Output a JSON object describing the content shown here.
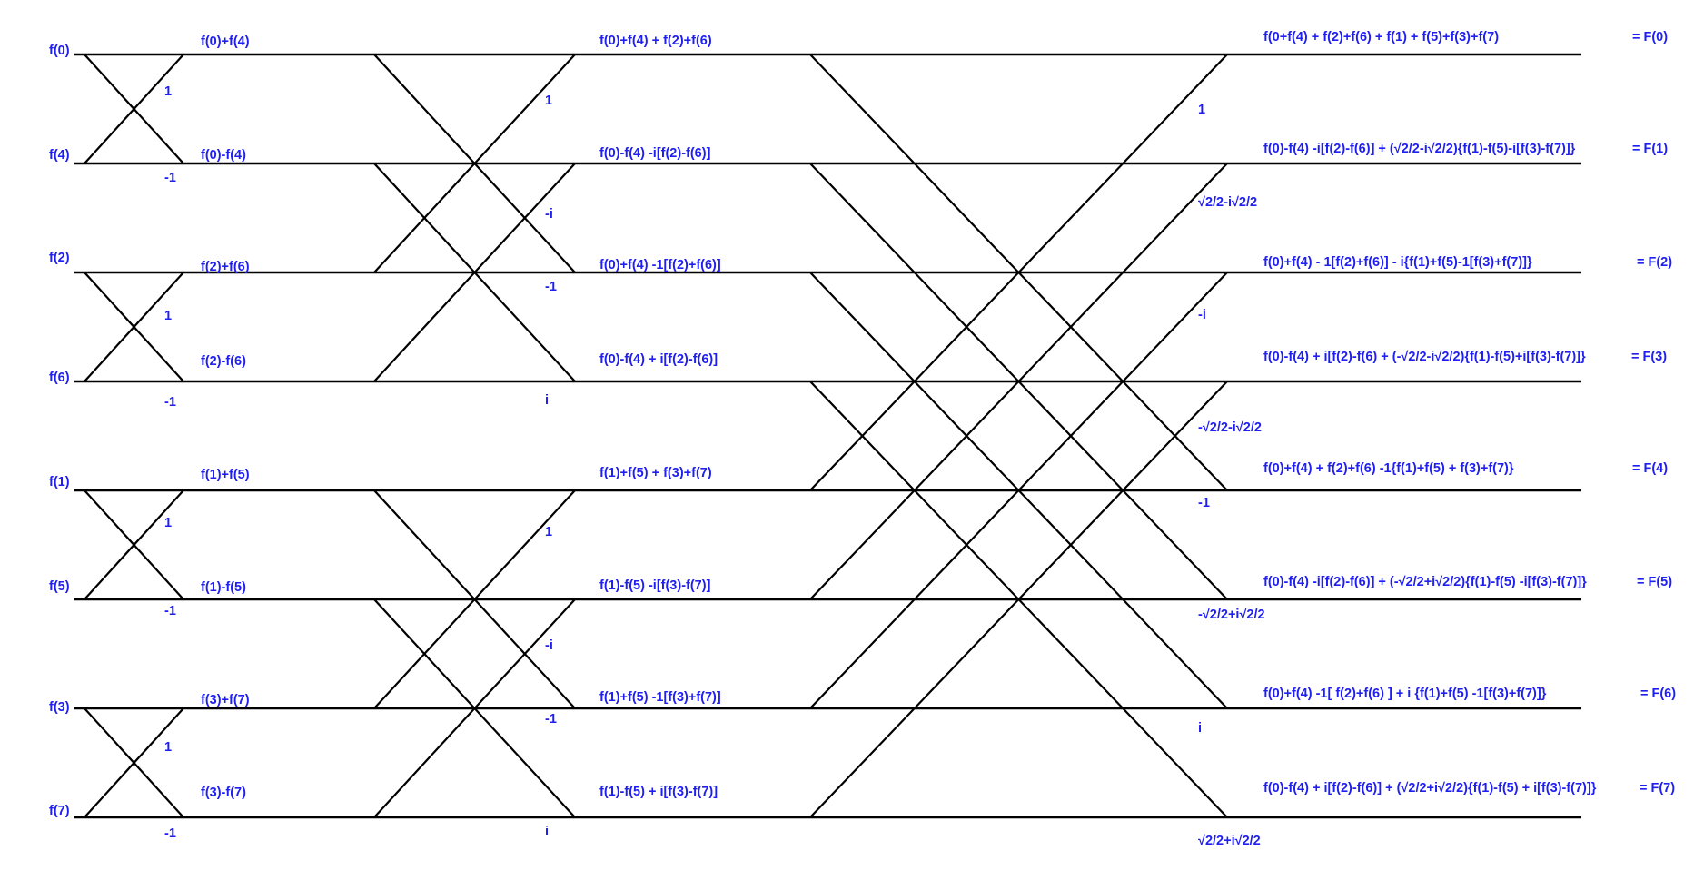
{
  "inputs": [
    "f(0)",
    "f(4)",
    "f(2)",
    "f(6)",
    "f(1)",
    "f(5)",
    "f(3)",
    "f(7)"
  ],
  "stage1": {
    "outputs": [
      "f(0)+f(4)",
      "f(0)-f(4)",
      "f(2)+f(6)",
      "f(2)-f(6)",
      "f(1)+f(5)",
      "f(1)-f(5)",
      "f(3)+f(7)",
      "f(3)-f(7)"
    ],
    "twiddles": [
      "1",
      "-1",
      "1",
      "-1",
      "1",
      "-1",
      "1",
      "-1"
    ]
  },
  "stage2": {
    "outputs": [
      "f(0)+f(4) + f(2)+f(6)",
      "f(0)-f(4) -i[f(2)-f(6)]",
      "f(0)+f(4) -1[f(2)+f(6)]",
      "f(0)-f(4) + i[f(2)-f(6)]",
      "f(1)+f(5) + f(3)+f(7)",
      "f(1)-f(5) -i[f(3)-f(7)]",
      "f(1)+f(5) -1[f(3)+f(7)]",
      "f(1)-f(5) + i[f(3)-f(7)]"
    ],
    "twiddles": [
      "1",
      "-i",
      "-1",
      "i",
      "1",
      "-i",
      "-1",
      "i"
    ]
  },
  "stage3": {
    "outputs": [
      "f(0+f(4) + f(2)+f(6) + f(1) + f(5)+f(3)+f(7)",
      "f(0)-f(4) -i[f(2)-f(6)] + (√2/2-i√2/2){f(1)-f(5)-i[f(3)-f(7)]}",
      "f(0)+f(4) - 1[f(2)+f(6)] - i{f(1)+f(5)-1[f(3)+f(7)]}",
      "f(0)-f(4) + i[f(2)-f(6) + (-√2/2-i√2/2){f(1)-f(5)+i[f(3)-f(7)]}",
      "f(0)+f(4) + f(2)+f(6) -1{f(1)+f(5) + f(3)+f(7)}",
      "f(0)-f(4) -i[f(2)-f(6)] + (-√2/2+i√2/2){f(1)-f(5) -i[f(3)-f(7)]}",
      "f(0)+f(4) -1[ f(2)+f(6) ] + i {f(1)+f(5) -1[f(3)+f(7)]}",
      "f(0)-f(4) + i[f(2)-f(6)] + (√2/2+i√2/2){f(1)-f(5) + i[f(3)-f(7)]}"
    ],
    "twiddles": [
      "1",
      "√2/2-i√2/2",
      "-i",
      "-√2/2-i√2/2",
      "-1",
      "-√2/2+i√2/2",
      "i",
      "√2/2+i√2/2"
    ],
    "results": [
      "= F(0)",
      "= F(1)",
      "= F(2)",
      "= F(3)",
      "= F(4)",
      "= F(5)",
      "= F(6)",
      "= F(7)"
    ]
  },
  "colors": {
    "label": "#1f1ff2",
    "wire": "#000000"
  }
}
